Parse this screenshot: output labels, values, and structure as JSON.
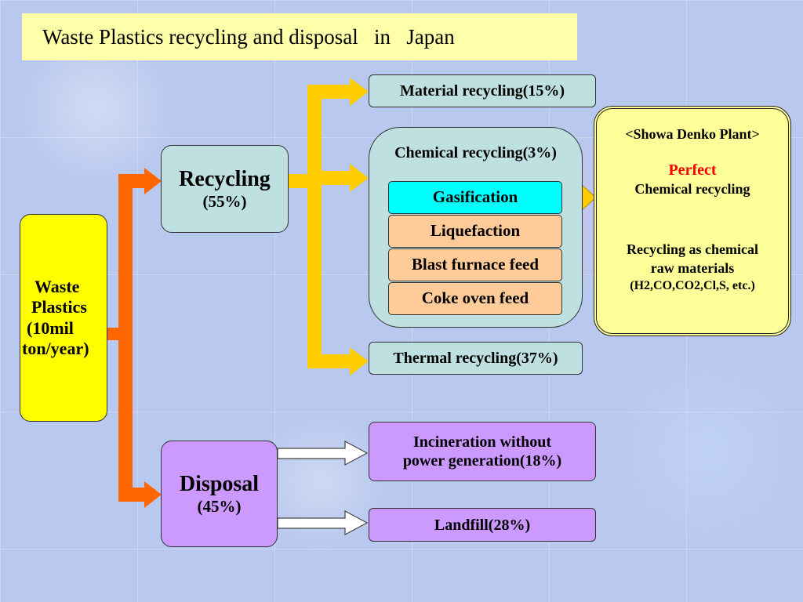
{
  "title": "Waste Plastics recycling and disposal   in   Japan",
  "waste": {
    "line1": "Waste",
    "line2": "Plastics",
    "line3": "(10mil",
    "line4": "ton/year)"
  },
  "recycling": {
    "label": "Recycling",
    "percent": "(55%)"
  },
  "disposal": {
    "label": "Disposal",
    "percent": "(45%)"
  },
  "material": "Material recycling(15%)",
  "chemical": {
    "title": "Chemical recycling(3%)",
    "methods": [
      "Gasification",
      "Liquefaction",
      "Blast furnace feed",
      "Coke oven feed"
    ]
  },
  "thermal": "Thermal recycling(37%)",
  "incineration": {
    "line1": "Incineration without",
    "line2": "power generation(18%)"
  },
  "landfill": "Landfill(28%)",
  "showa": {
    "heading": "<Showa Denko Plant>",
    "perfect": "Perfect",
    "chemical": "Chemical recycling",
    "raw1": "Recycling as chemical",
    "raw2": "raw materials",
    "raw3": "(H2,CO,CO2,Cl,S, etc.)"
  },
  "colors": {
    "title_bg": "#ffffaa",
    "waste_bg": "#ffff00",
    "recycling_bg": "#bfe0e0",
    "disposal_bg": "#cc99ff",
    "gasification_bg": "#00ffff",
    "method_bg": "#ffcc99",
    "orange_arrow": "#ff6600",
    "yellow_arrow": "#ffcc00",
    "showa_bg": "#ffff99",
    "perfect_text": "#ff0000"
  }
}
